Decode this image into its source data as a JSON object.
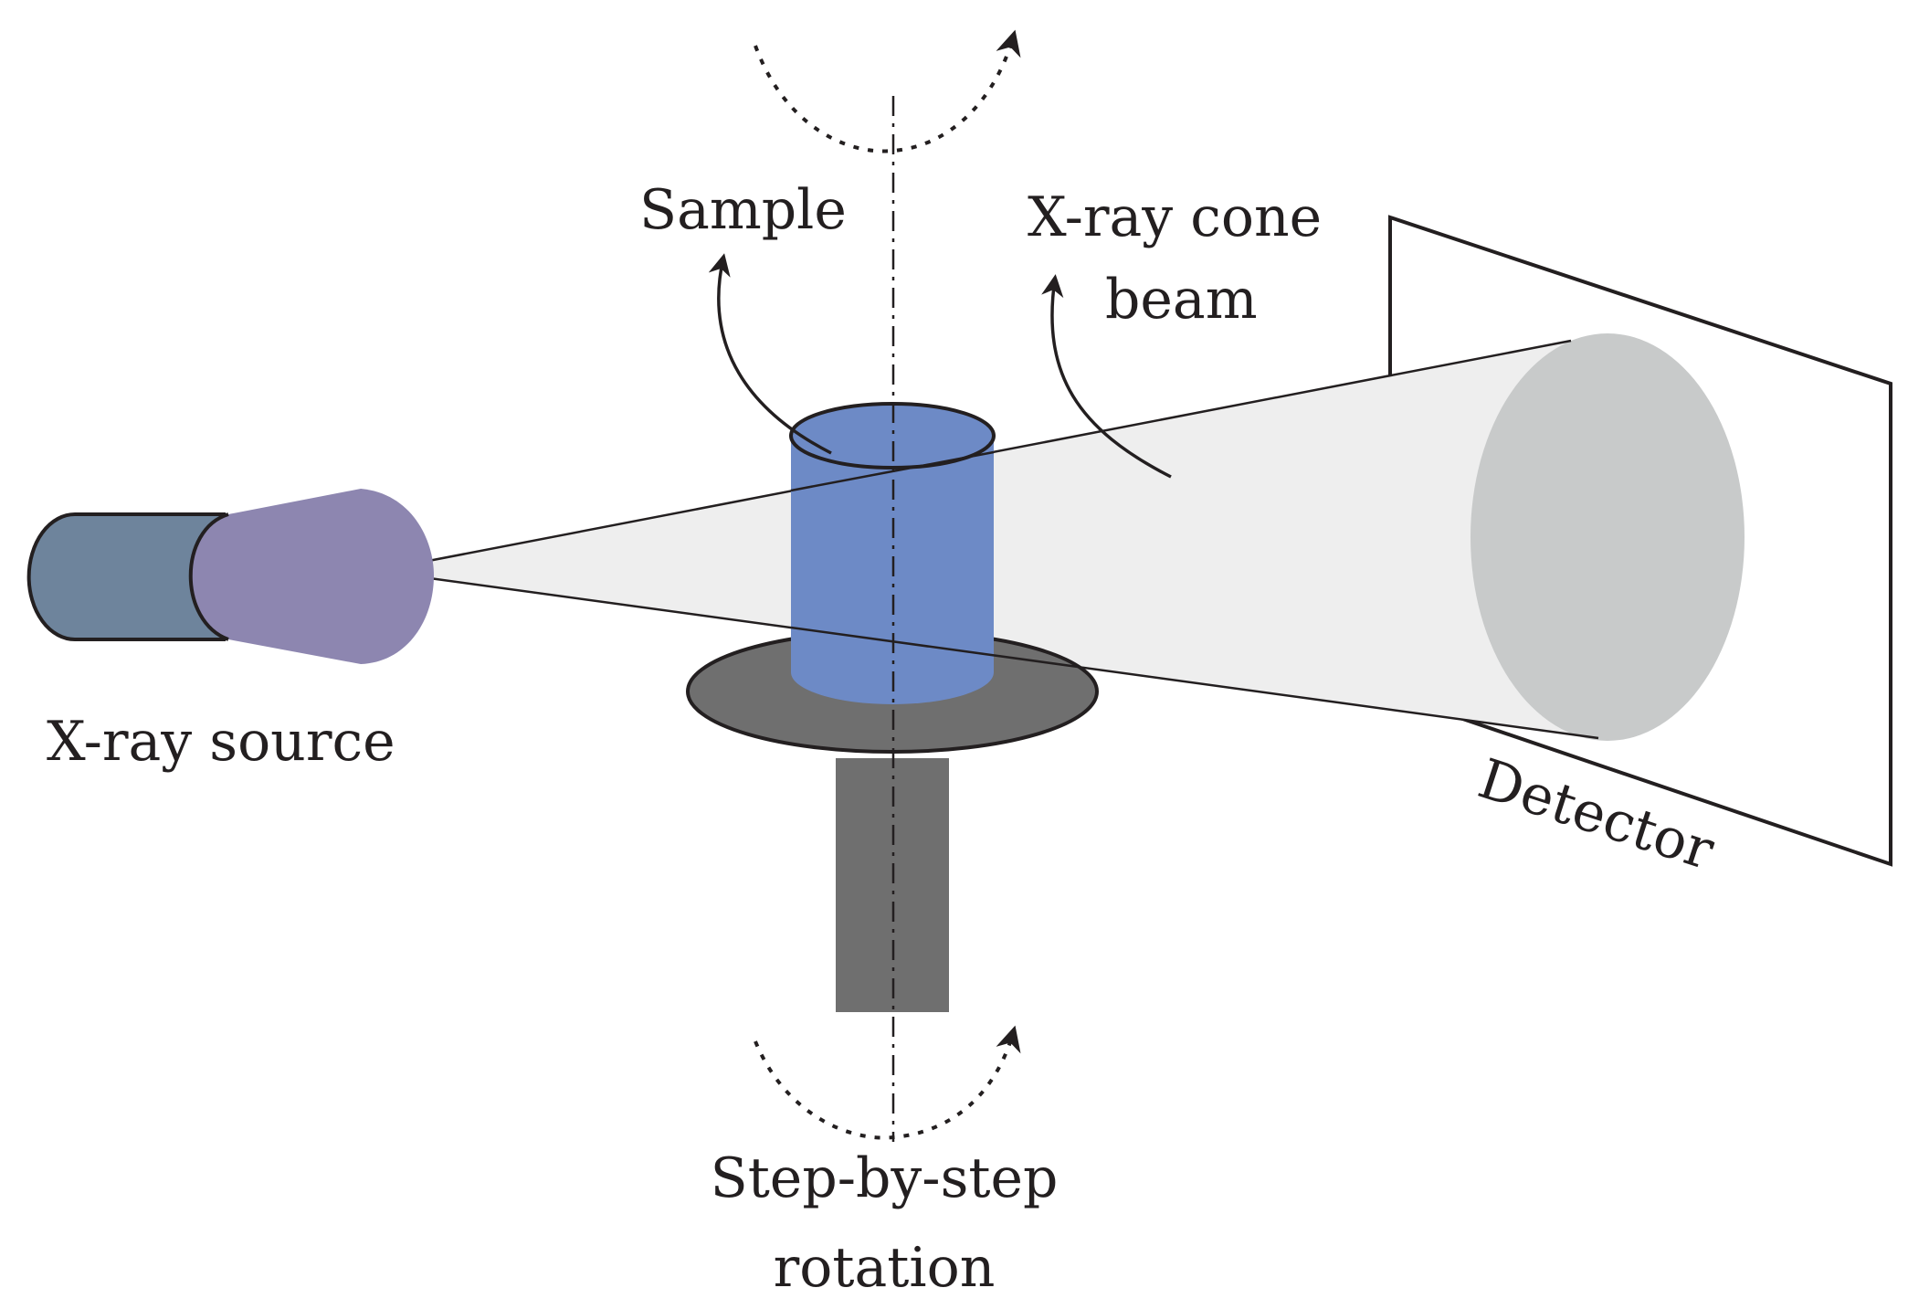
{
  "labels": {
    "xray_source": "X-ray source",
    "sample": "Sample",
    "cone_beam_line1": "X-ray cone",
    "cone_beam_line2": "beam",
    "detector": "Detector",
    "rotation_line1": "Step-by-step",
    "rotation_line2": "rotation"
  },
  "colors": {
    "source_body": "#6e849c",
    "source_nozzle": "#8d86b0",
    "sample": "#6d8ac6",
    "stage": "#6f6f6f",
    "cone_beam": "#eeeeee",
    "beam_spot": "#c8caca",
    "detector": "#ffffff",
    "outline": "#231f20"
  }
}
